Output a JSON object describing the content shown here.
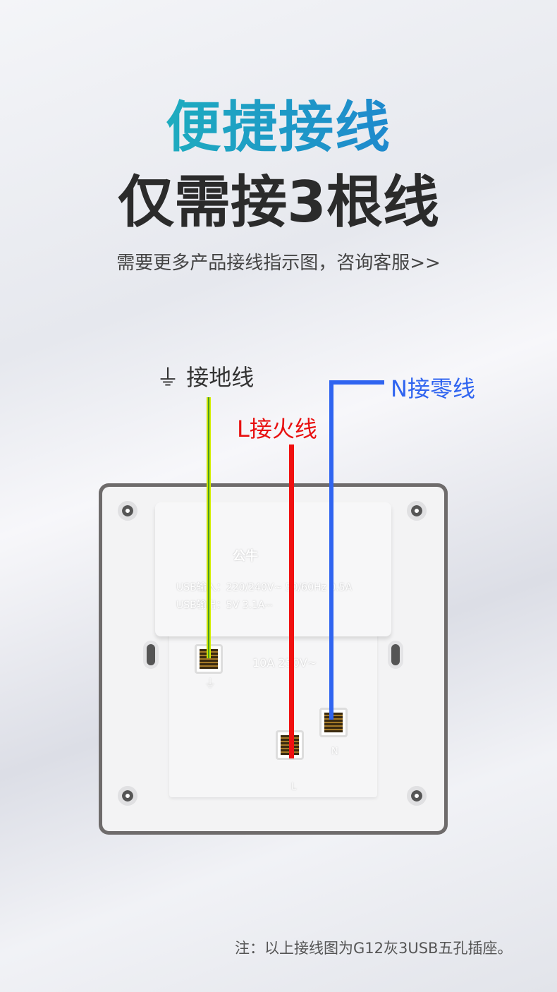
{
  "headline": "便捷接线",
  "subheadline": "仅需接3根线",
  "cta": "需要更多产品接线指示图，咨询客服>>",
  "labels": {
    "ground_symbol": "⏚",
    "ground": "接地线",
    "live": "L接火线",
    "neutral": "N接零线"
  },
  "socket": {
    "brand": "公牛",
    "usb_in": "USB输入：220/240V~ 50/60Hz 0.5A",
    "usb_out": "USB输出：5V 3.1A⎓",
    "rating": "10A 250V~",
    "term_ground": "⏚",
    "term_live": "L",
    "term_neutral": "N"
  },
  "note": "注：以上接线图为G12灰3USB五孔插座。",
  "colors": {
    "ground": "#d4f000",
    "live": "#f01010",
    "neutral": "#2f64f0"
  }
}
